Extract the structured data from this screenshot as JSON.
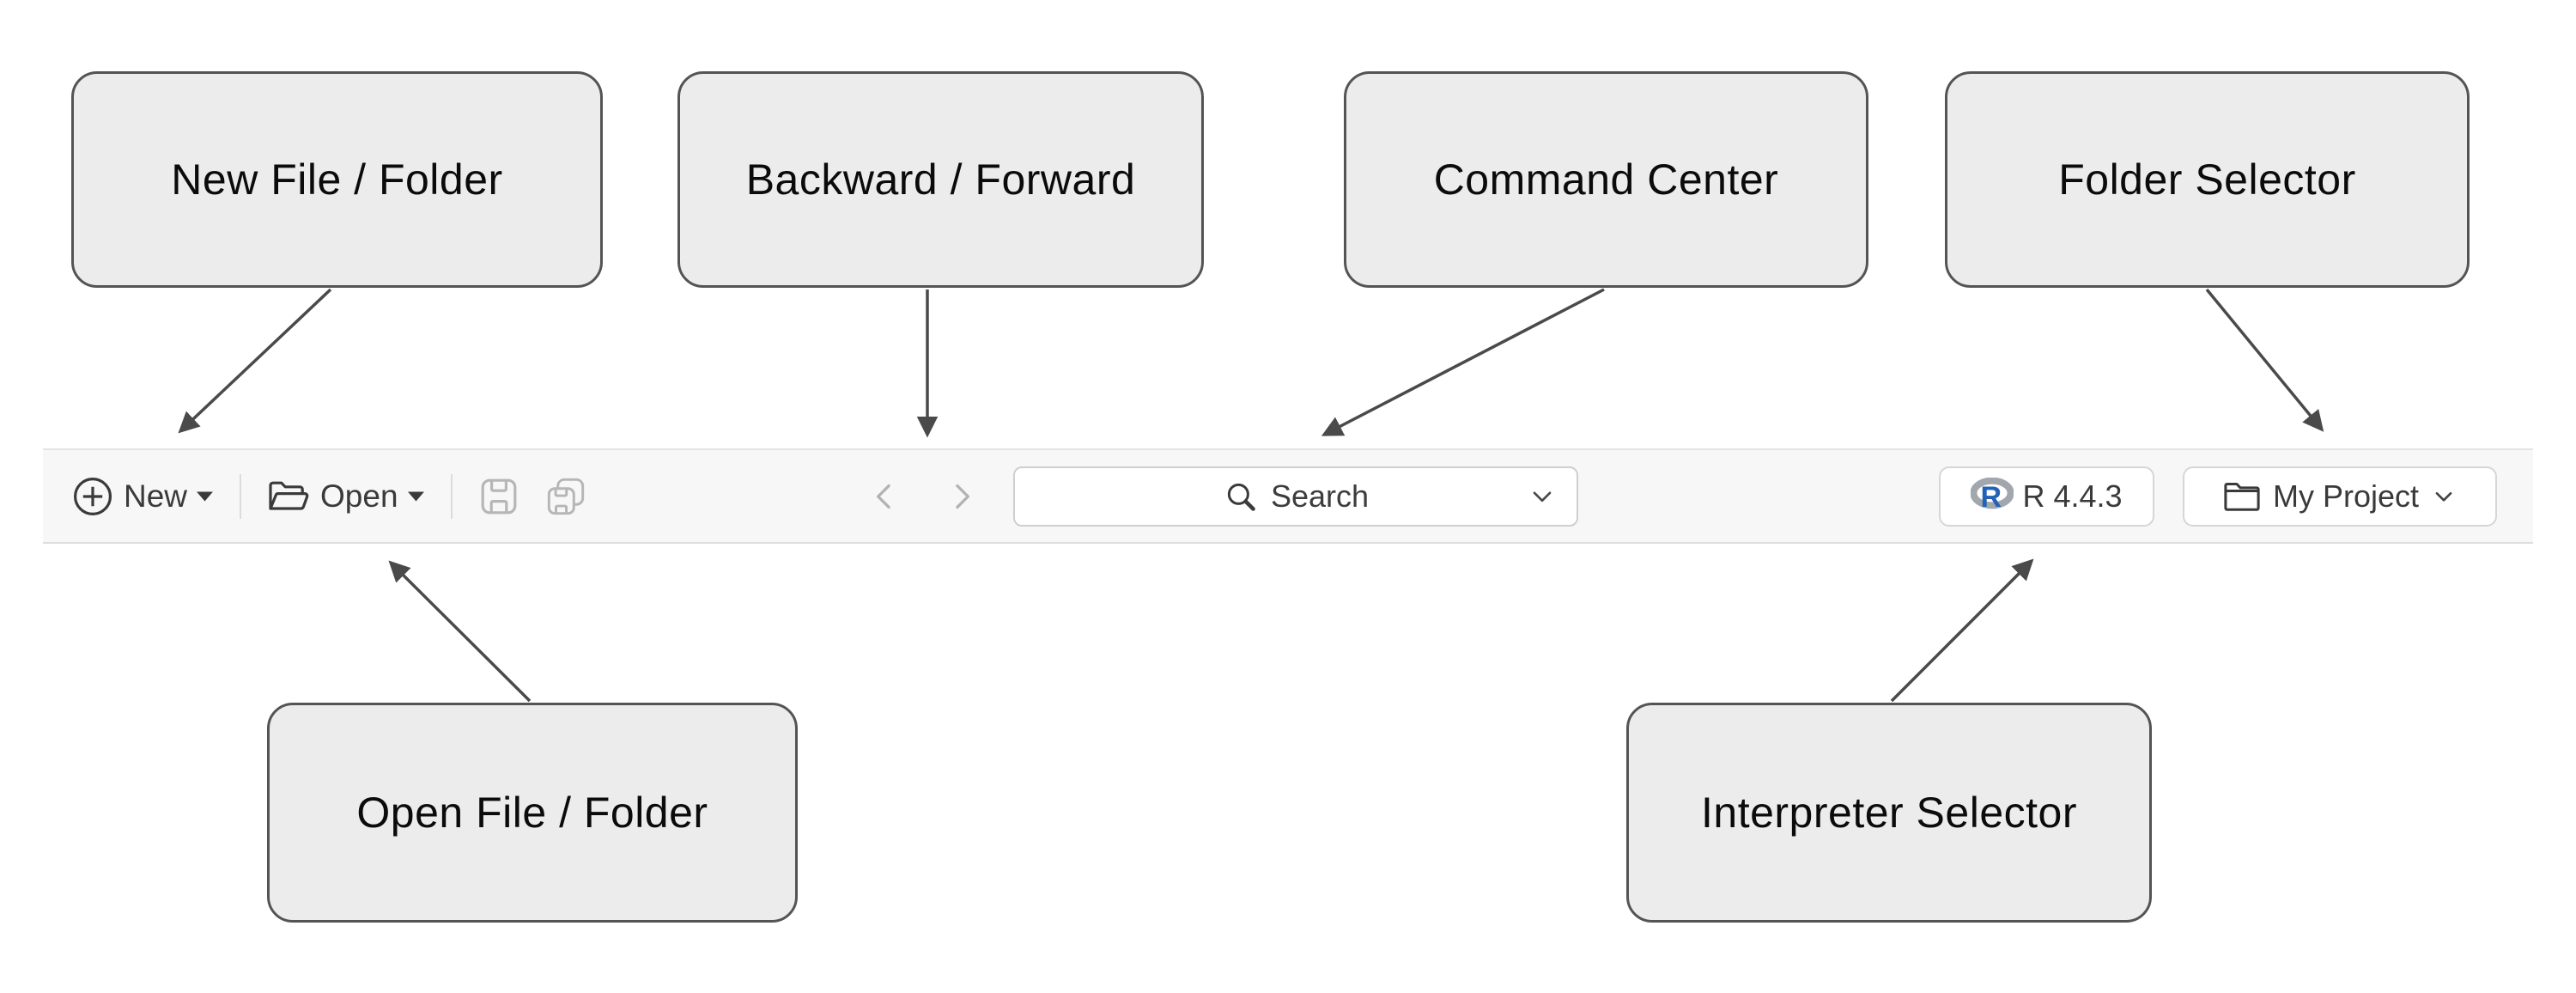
{
  "diagram": {
    "callouts": [
      {
        "id": "new-file-folder",
        "label": "New File / Folder",
        "points_to": "new-button"
      },
      {
        "id": "backward-forward",
        "label": "Backward / Forward",
        "points_to": "back-forward-buttons"
      },
      {
        "id": "command-center",
        "label": "Command Center",
        "points_to": "search-box"
      },
      {
        "id": "folder-selector",
        "label": "Folder Selector",
        "points_to": "project-button"
      },
      {
        "id": "open-file-folder",
        "label": "Open File / Folder",
        "points_to": "open-button"
      },
      {
        "id": "interpreter-selector",
        "label": "Interpreter Selector",
        "points_to": "interpreter-button"
      }
    ]
  },
  "toolbar": {
    "new_button": {
      "label": "New"
    },
    "open_button": {
      "label": "Open"
    },
    "save_button": {
      "disabled": true
    },
    "save_all_button": {
      "disabled": true
    },
    "back_button": {
      "disabled": true
    },
    "forward_button": {
      "disabled": true
    },
    "search": {
      "label": "Search"
    },
    "interpreter_button": {
      "label": "R 4.4.3",
      "logo_letter": "R"
    },
    "project_button": {
      "label": "My Project"
    }
  },
  "colors": {
    "callout_fill": "#ececec",
    "callout_border": "#545454",
    "toolbar_bg": "#f7f7f7",
    "toolbar_border": "#e0e0e0",
    "button_bg": "#ffffff",
    "button_border": "#d6d6d6",
    "text": "#3a3a3a",
    "disabled": "#b6b6b6",
    "arrow": "#4a4a4a",
    "r_logo_blue": "#2263b8",
    "r_logo_gray": "#a2a6ad"
  }
}
